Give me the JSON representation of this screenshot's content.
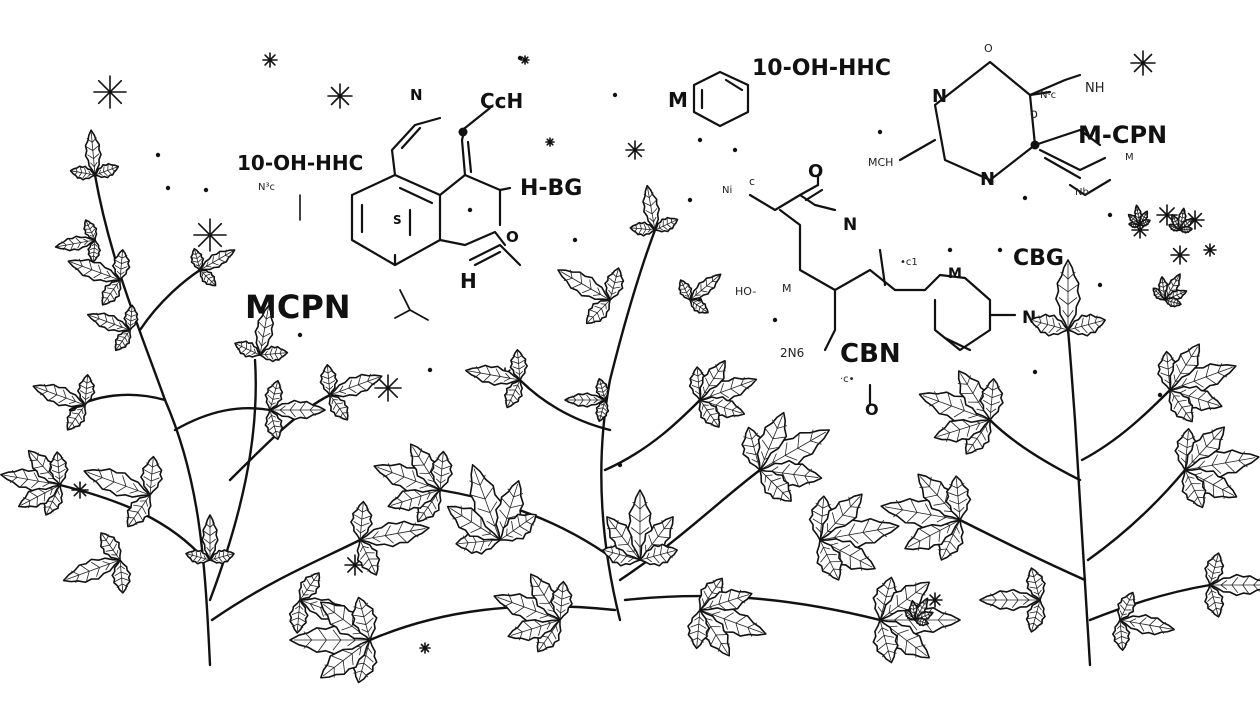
{
  "labels": {
    "hhc_left": "10-OH-HHC",
    "hhc_top": "10-OH-HHC",
    "mcpn_left": "MCPN",
    "mcpn_right": "M-CPN",
    "h_bg": "H-BG",
    "cch": "CcH",
    "cbg": "CBG",
    "cbn": "CBN",
    "n_a": "N",
    "n_b": "N",
    "n_c": "N",
    "n_d": "N",
    "n_e": "N",
    "nh": "NH",
    "o_a": "O",
    "o_b": "O",
    "o_c": "O",
    "o_d": "O",
    "m_a": "M",
    "m_b": "M",
    "m_c": "M",
    "h_a": "H",
    "s_a": "S",
    "mch": "MCH",
    "hno": "HO-",
    "zn": "2N6",
    "nsc": "N³c",
    "mn": "Nb",
    "tiny_1": "N·c",
    "tiny_2": "Ni",
    "tiny_3": "H",
    "tiny_4": "N",
    "tiny_5": "M",
    "tiny_6": "c",
    "tiny_7": "o",
    "tiny_8": "•c1",
    "tiny_9": "·c•"
  },
  "colors": {
    "ink": "#111111",
    "background": "#ffffff"
  },
  "icons": [
    "sparkle-star-icon",
    "cannabis-leaf-icon",
    "molecule-ring-icon"
  ]
}
